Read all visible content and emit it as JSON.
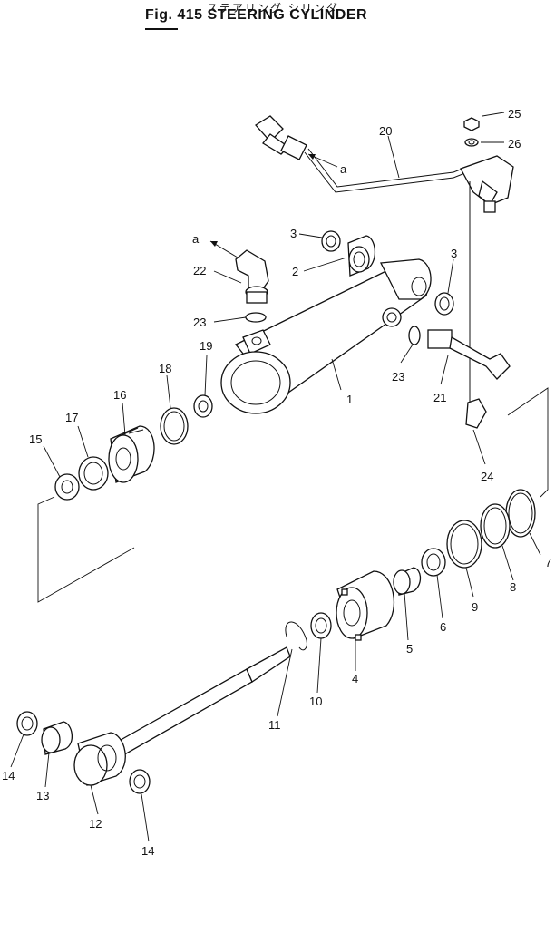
{
  "header": {
    "japanese_title": "ステアリング シリンダ",
    "figure_title": "Fig. 415  STEERING CYLINDER"
  },
  "refs": {
    "a_upper": "a",
    "a_lower": "a"
  },
  "callouts": [
    "1",
    "2",
    "3",
    "3",
    "4",
    "5",
    "6",
    "7",
    "8",
    "9",
    "10",
    "11",
    "12",
    "13",
    "14",
    "14",
    "15",
    "16",
    "17",
    "18",
    "19",
    "20",
    "21",
    "22",
    "23",
    "23",
    "24",
    "25",
    "26"
  ]
}
